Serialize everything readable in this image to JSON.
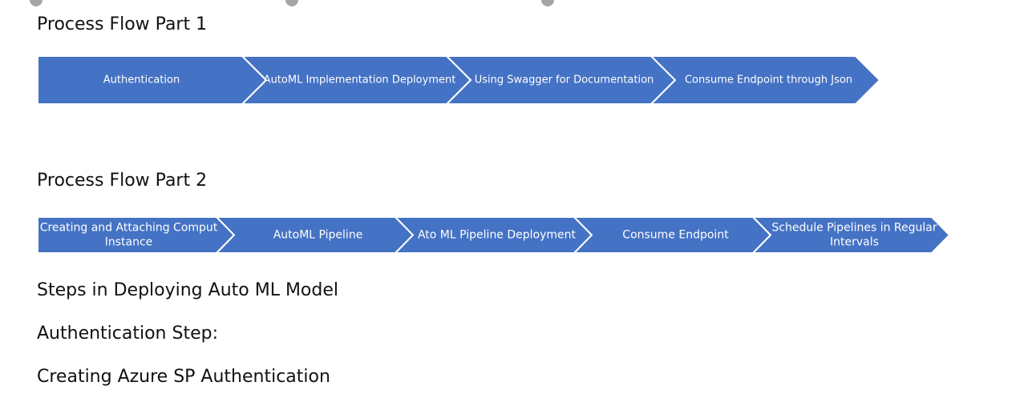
{
  "headings": {
    "part1": "Process Flow Part 1",
    "part2": "Process Flow Part 2",
    "steps": "Steps in Deploying Auto ML Model",
    "auth_step": "Authentication Step:",
    "azure_sp": "Creating Azure SP Authentication"
  },
  "flow1": {
    "fill_color": "#4472c4",
    "items": [
      {
        "lines": [
          "Authentication"
        ]
      },
      {
        "lines": [
          "AutoML Implementation Deployment"
        ]
      },
      {
        "lines": [
          "Using Swagger for Documentation"
        ]
      },
      {
        "lines": [
          "Consume Endpoint through Json"
        ]
      }
    ]
  },
  "flow2": {
    "fill_color": "#4472c4",
    "items": [
      {
        "lines": [
          "Creating and Attaching Comput",
          "Instance"
        ]
      },
      {
        "lines": [
          "AutoML Pipeline"
        ]
      },
      {
        "lines": [
          "Ato ML Pipeline Deployment"
        ]
      },
      {
        "lines": [
          "Consume Endpoint"
        ]
      },
      {
        "lines": [
          "Schedule Pipelines in Regular",
          "Intervals"
        ]
      }
    ]
  }
}
